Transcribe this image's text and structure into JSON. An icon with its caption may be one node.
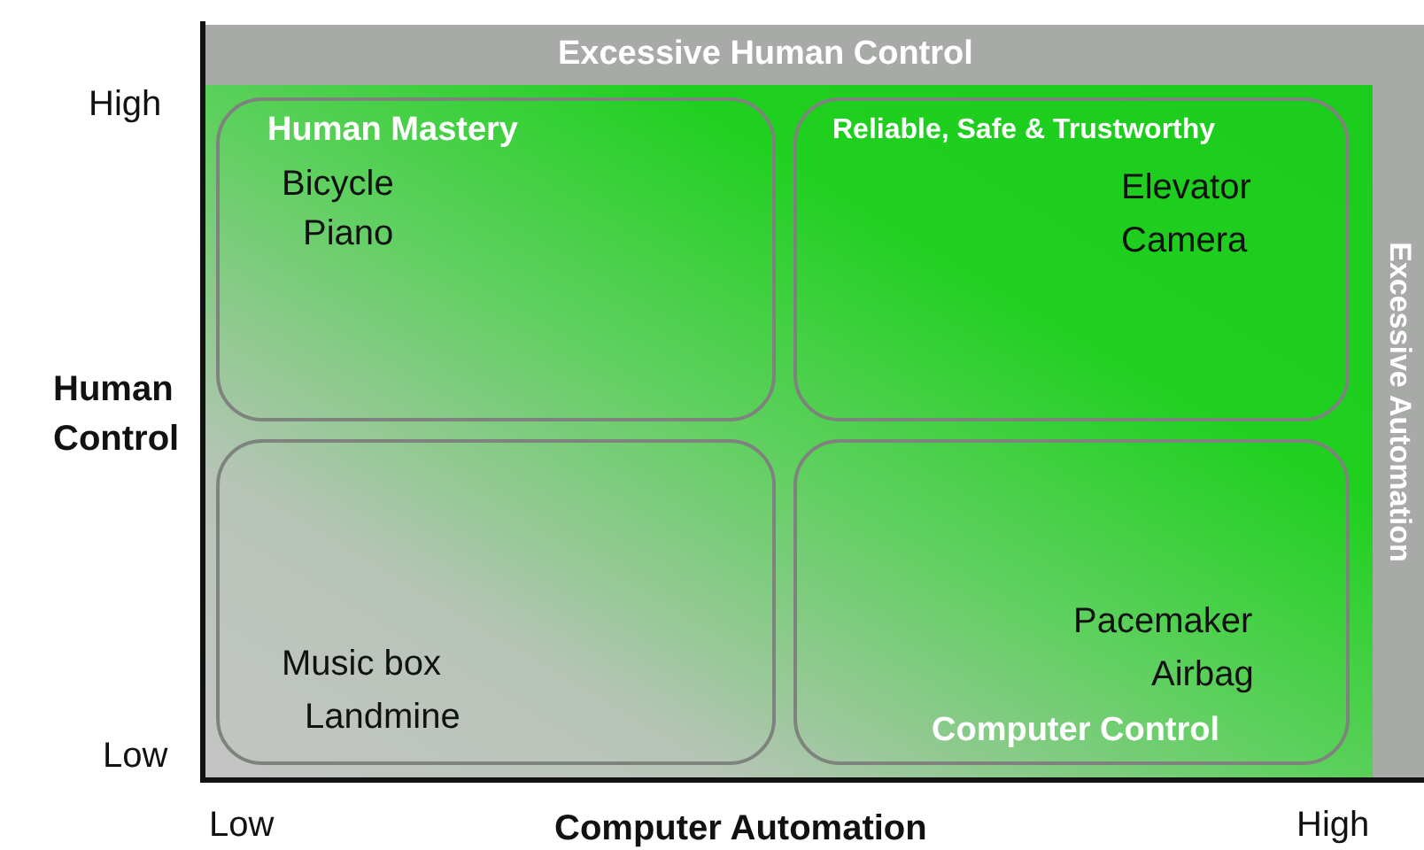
{
  "diagram": {
    "nodes": [
      {
        "text": [
          "Excessive Human Control"
        ]
      },
      {
        "text": [
          "Excessive Automation"
        ]
      },
      {
        "text": [
          "Human Mastery",
          "Bicycle",
          "Piano"
        ]
      },
      {
        "text": [
          "Reliable, Safe & Trustworthy",
          "Elevator",
          "Camera"
        ]
      },
      {
        "text": [
          "Music box",
          "Landmine"
        ]
      },
      {
        "text": [
          "Pacemaker",
          "Airbag",
          "Computer Control"
        ]
      }
    ],
    "edges": [],
    "labels": [
      "High",
      "Human Control",
      "Low",
      "Low",
      "Computer Automation",
      "High"
    ]
  }
}
